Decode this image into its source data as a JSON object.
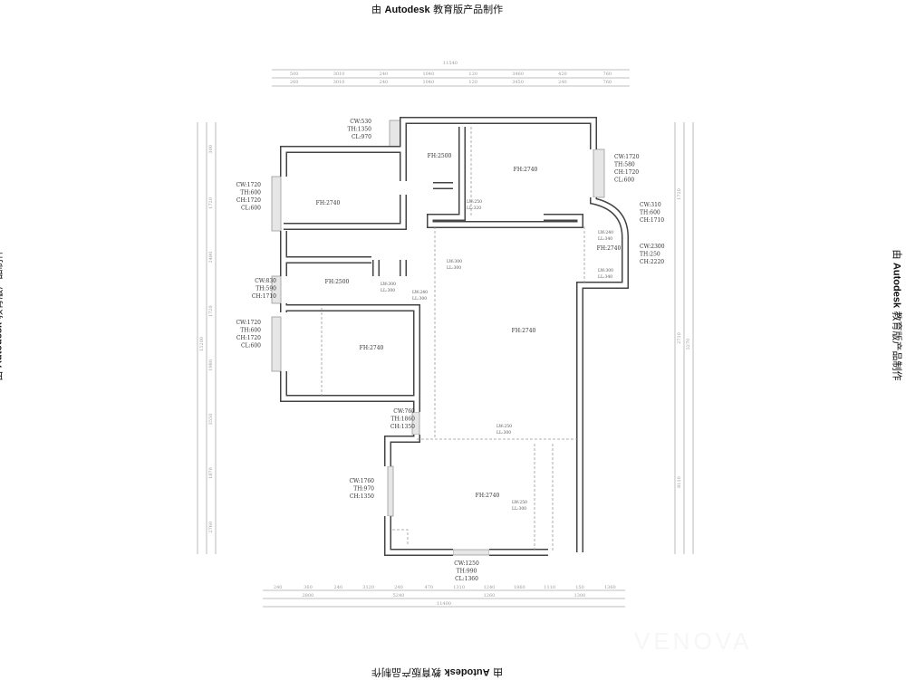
{
  "watermark": {
    "prefix": "由",
    "brand": "Autodesk",
    "suffix": "教育版产品制作"
  },
  "faint_watermark": "VENOVA",
  "annotations": [
    [
      "CW:530",
      "TH:1350",
      "CL:970"
    ],
    [
      "FH:2500"
    ],
    [
      "FH:2740"
    ],
    [
      "CW:1720",
      "TH:580",
      "CH:1720",
      "CL:600"
    ],
    [
      "LW:250",
      "LL:320"
    ],
    [
      "CW:310",
      "TH:600",
      "CH:1710"
    ],
    [
      "LW:240",
      "LL:340"
    ],
    [
      "FH:2740"
    ],
    [
      "CW:2300",
      "TH:250",
      "CH:2220"
    ],
    [
      "LW:300",
      "LL:340"
    ],
    [
      "CW:1720",
      "TH:600",
      "CH:1720",
      "CL:600"
    ],
    [
      "FH:2740"
    ],
    [
      "LW:300",
      "LL:300"
    ],
    [
      "CW:830",
      "TH:590",
      "CH:1710"
    ],
    [
      "FH:2500"
    ],
    [
      "LW:300",
      "LL:300"
    ],
    [
      "LW:240",
      "LL:300"
    ],
    [
      "CW:1720",
      "TH:600",
      "CH:1720",
      "CL:600"
    ],
    [
      "FH:2740"
    ],
    [
      "FH:2740"
    ],
    [
      "CW:760",
      "TH:1860",
      "CH:1350"
    ],
    [
      "LW:250",
      "LL:300"
    ],
    [
      "CW:1760",
      "TH:970",
      "CH:1350"
    ],
    [
      "FH:2740"
    ],
    [
      "LW:250",
      "LL:300"
    ],
    [
      "CW:1250",
      "TH:990",
      "CL:1360"
    ]
  ],
  "dimensions": {
    "top_total": "11540",
    "top_row1": [
      "500",
      "3010",
      "240",
      "1040",
      "120",
      "3460",
      "420",
      "760"
    ],
    "top_row2": [
      "260",
      "3010",
      "240",
      "1040",
      "120",
      "3450",
      "240",
      "760"
    ],
    "bottom_row1": [
      "240",
      "360",
      "240",
      "3120",
      "240",
      "470",
      "1310",
      "1240",
      "1860",
      "1110",
      "150",
      "1360"
    ],
    "bottom_row2": [
      "2800",
      "5240",
      "1260",
      "1300"
    ],
    "bottom_total": "11400",
    "left_total": "15200",
    "left_row": [
      "300",
      "1720",
      "2480",
      "1720",
      "1980",
      "3550",
      "1870",
      "2760"
    ],
    "right_total": "5270",
    "right_row": [
      "1720",
      "2710",
      "8110"
    ]
  }
}
